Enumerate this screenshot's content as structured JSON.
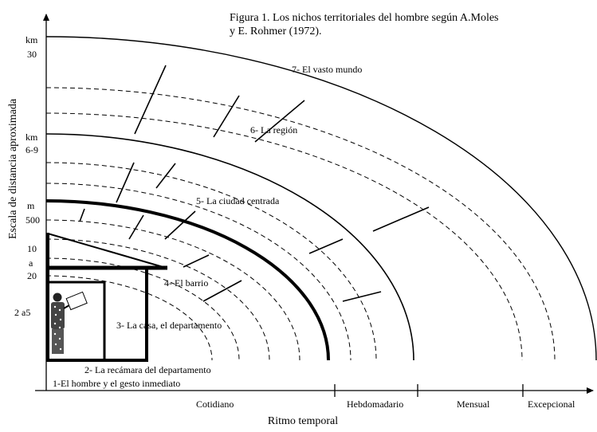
{
  "title_line1": "Figura 1.  Los nichos territoriales del hombre según A.Moles",
  "title_line2": "y E. Rohmer (1972).",
  "y_axis_title": "Escala de distancia aproximada",
  "x_axis_title": "Ritmo temporal",
  "y_ticks": {
    "t1": "km",
    "t2": "30",
    "t3": "km",
    "t4": "6-9",
    "t5": "m",
    "t6": "500",
    "t7": "10",
    "t8": "a",
    "t9": "20",
    "t10": "2 a5"
  },
  "x_ticks": {
    "cotidiano": "Cotidiano",
    "hebdomadario": "Hebdomadario",
    "mensual": "Mensual",
    "excepcional": "Excepcional"
  },
  "niches": {
    "n1": "1-El  hombre y el gesto inmediato",
    "n2": "2- La recámara del departamento",
    "n3": "3- La casa, el departamento",
    "n4": "4- El barrio",
    "n5": "5- La ciudad centrada",
    "n6": "6- La región",
    "n7": "7- El vasto mundo"
  }
}
